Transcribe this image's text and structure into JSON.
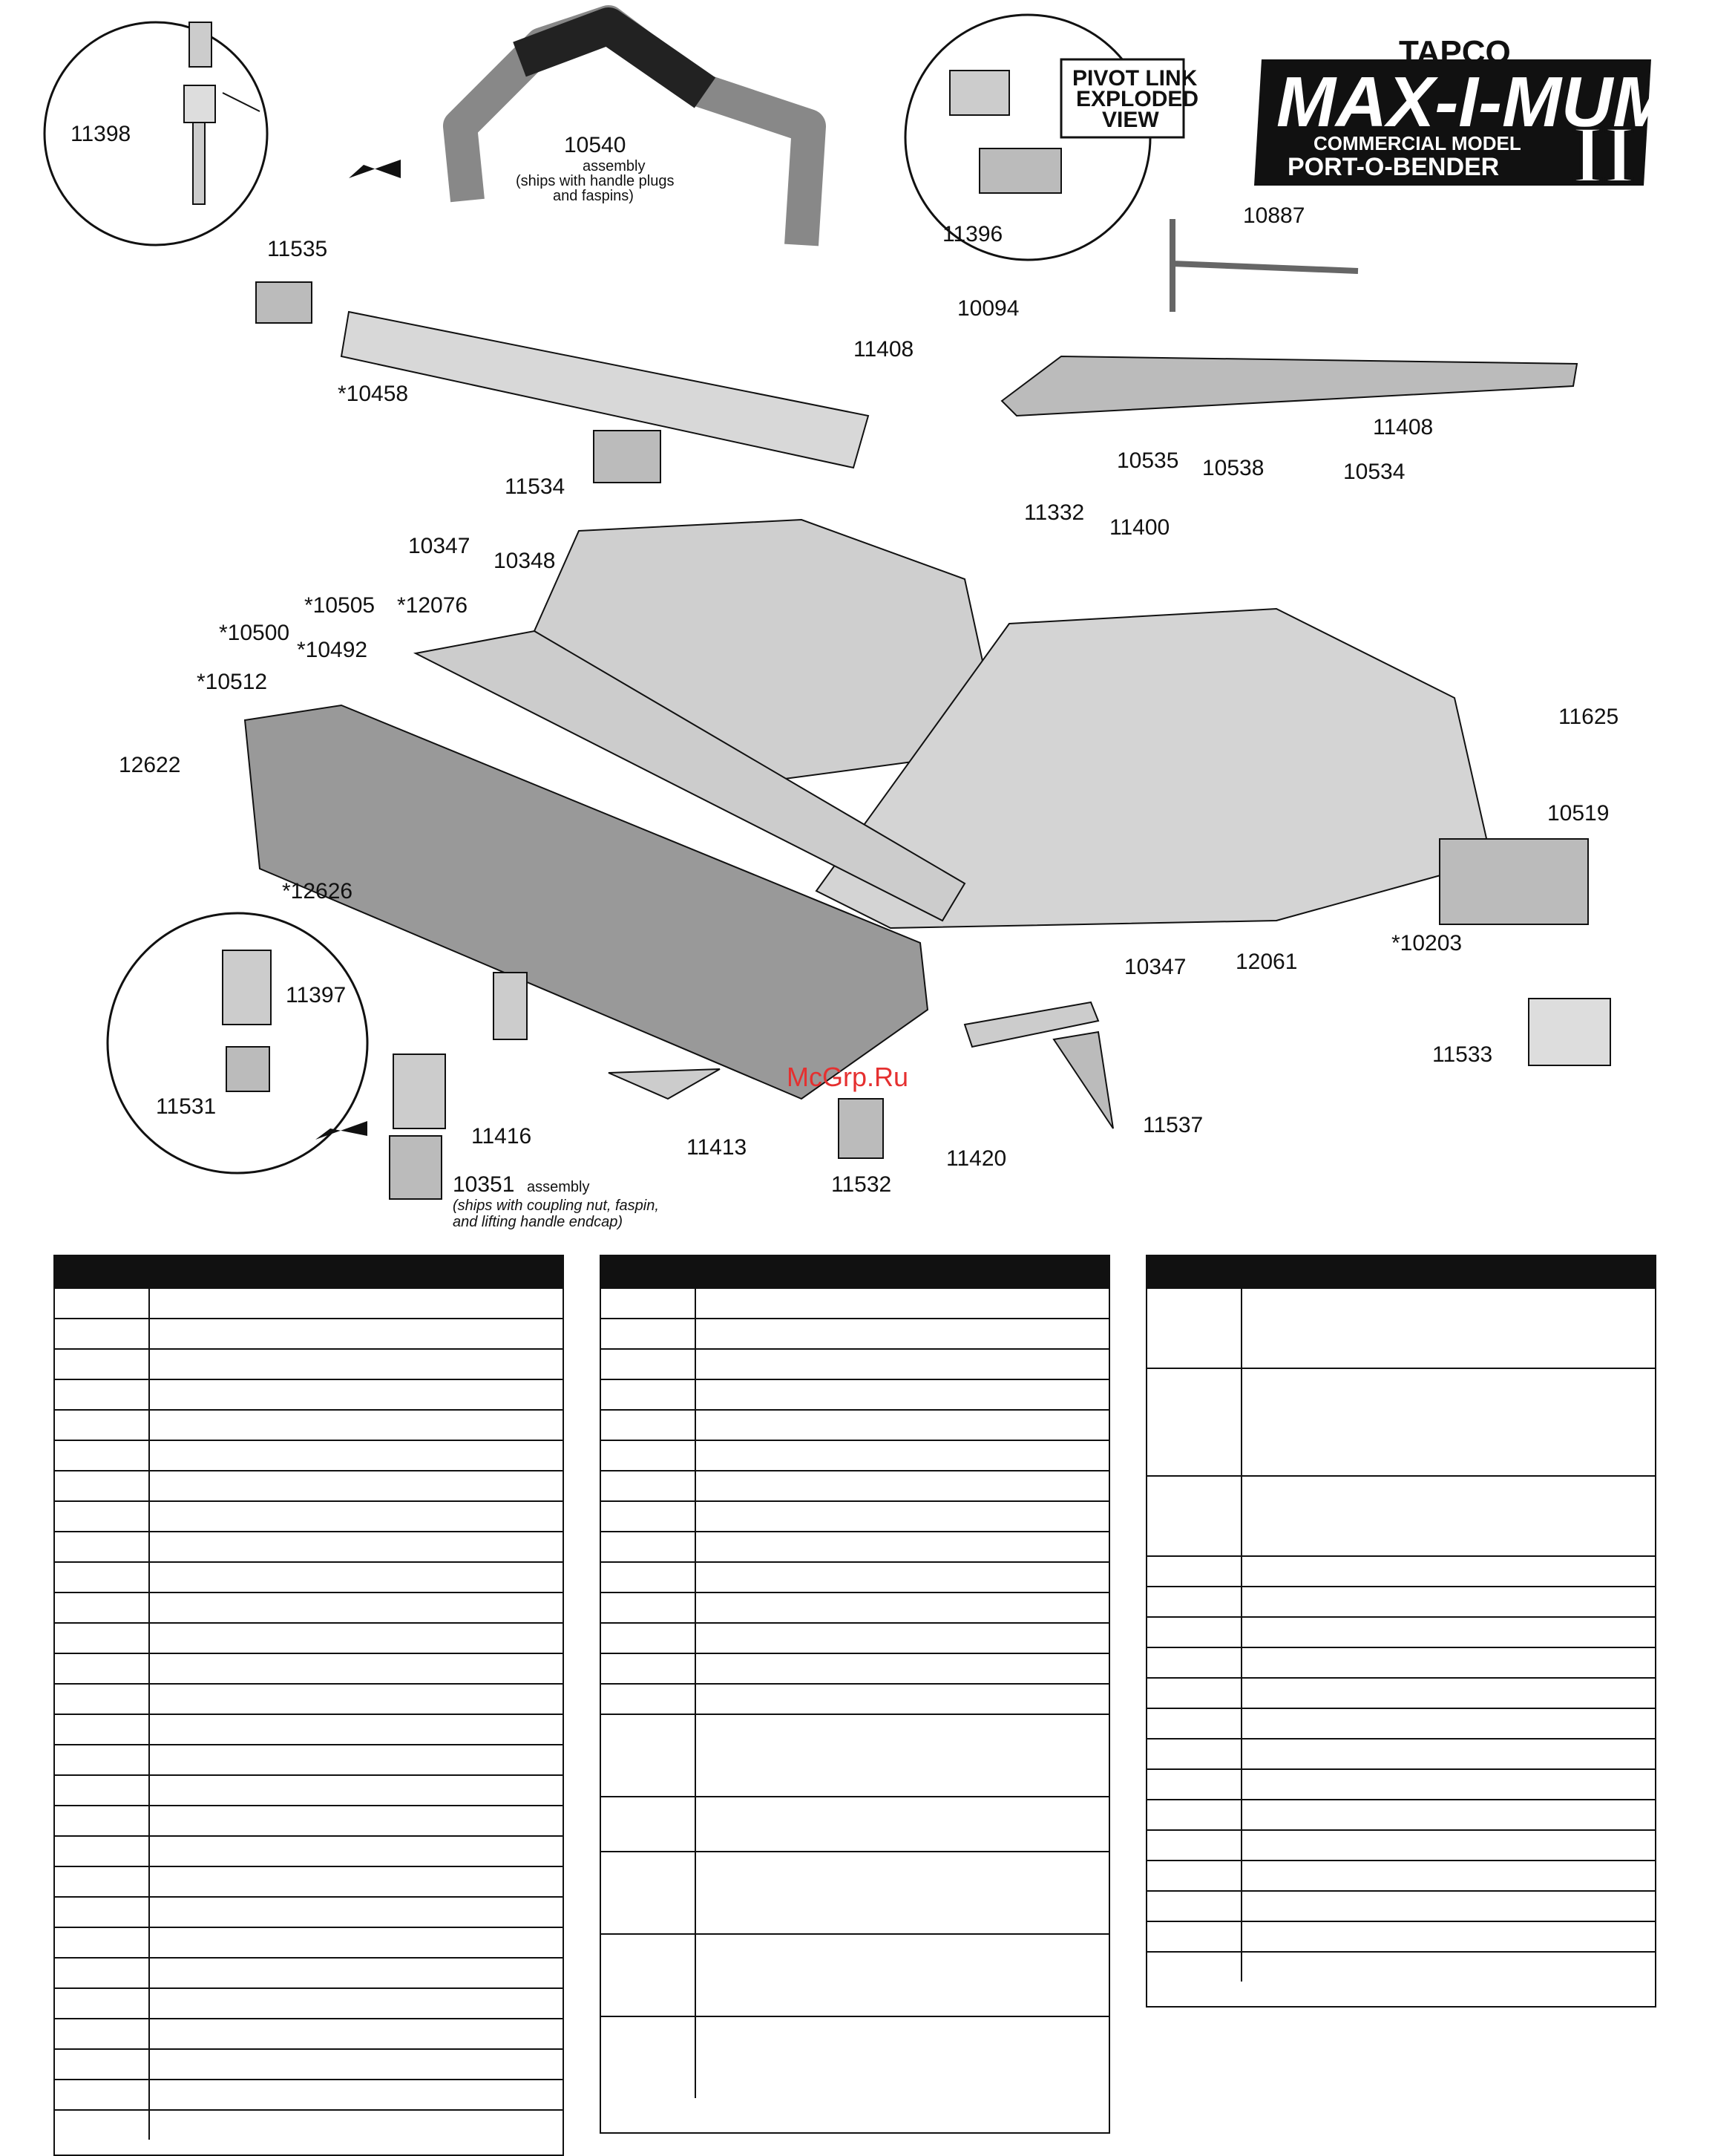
{
  "logo": {
    "brand": "TAPCO",
    "product": "MAX-I-MUM",
    "model_line": "COMMERCIAL MODEL",
    "name": "PORT-O-BENDER",
    "numeral": "II"
  },
  "inset_pivot_link": {
    "title_line1": "PIVOT LINK",
    "title_line2": "EXPLODED",
    "title_line3": "VIEW"
  },
  "parts": [
    {
      "id": "11398"
    },
    {
      "id": "10540"
    },
    {
      "id": "11535"
    },
    {
      "id": "*10458"
    },
    {
      "id": "11534"
    },
    {
      "id": "11396"
    },
    {
      "id": "10887"
    },
    {
      "id": "10094"
    },
    {
      "id": "11408"
    },
    {
      "id": "11408"
    },
    {
      "id": "10535"
    },
    {
      "id": "10538"
    },
    {
      "id": "10534"
    },
    {
      "id": "11332"
    },
    {
      "id": "11400"
    },
    {
      "id": "10347"
    },
    {
      "id": "10348"
    },
    {
      "id": "*10505"
    },
    {
      "id": "*12076"
    },
    {
      "id": "*10500"
    },
    {
      "id": "*10492"
    },
    {
      "id": "*10512"
    },
    {
      "id": "12622"
    },
    {
      "id": "*12626"
    },
    {
      "id": "11625"
    },
    {
      "id": "10519"
    },
    {
      "id": "*10203"
    },
    {
      "id": "10347"
    },
    {
      "id": "12061"
    },
    {
      "id": "11533"
    },
    {
      "id": "11397"
    },
    {
      "id": "11531"
    },
    {
      "id": "11416"
    },
    {
      "id": "10351"
    },
    {
      "id": "11413"
    },
    {
      "id": "11532"
    },
    {
      "id": "11420"
    },
    {
      "id": "11537"
    }
  ],
  "notes": {
    "n10540_a": "assembly",
    "n10540_b": "(ships with handle plugs",
    "n10540_c": "and faspins)",
    "n10351_a": "assembly",
    "n10351_b": "(ships with coupling nut, faspin,",
    "n10351_c": "and lifting handle endcap)"
  },
  "watermark": "McGrp.Ru"
}
